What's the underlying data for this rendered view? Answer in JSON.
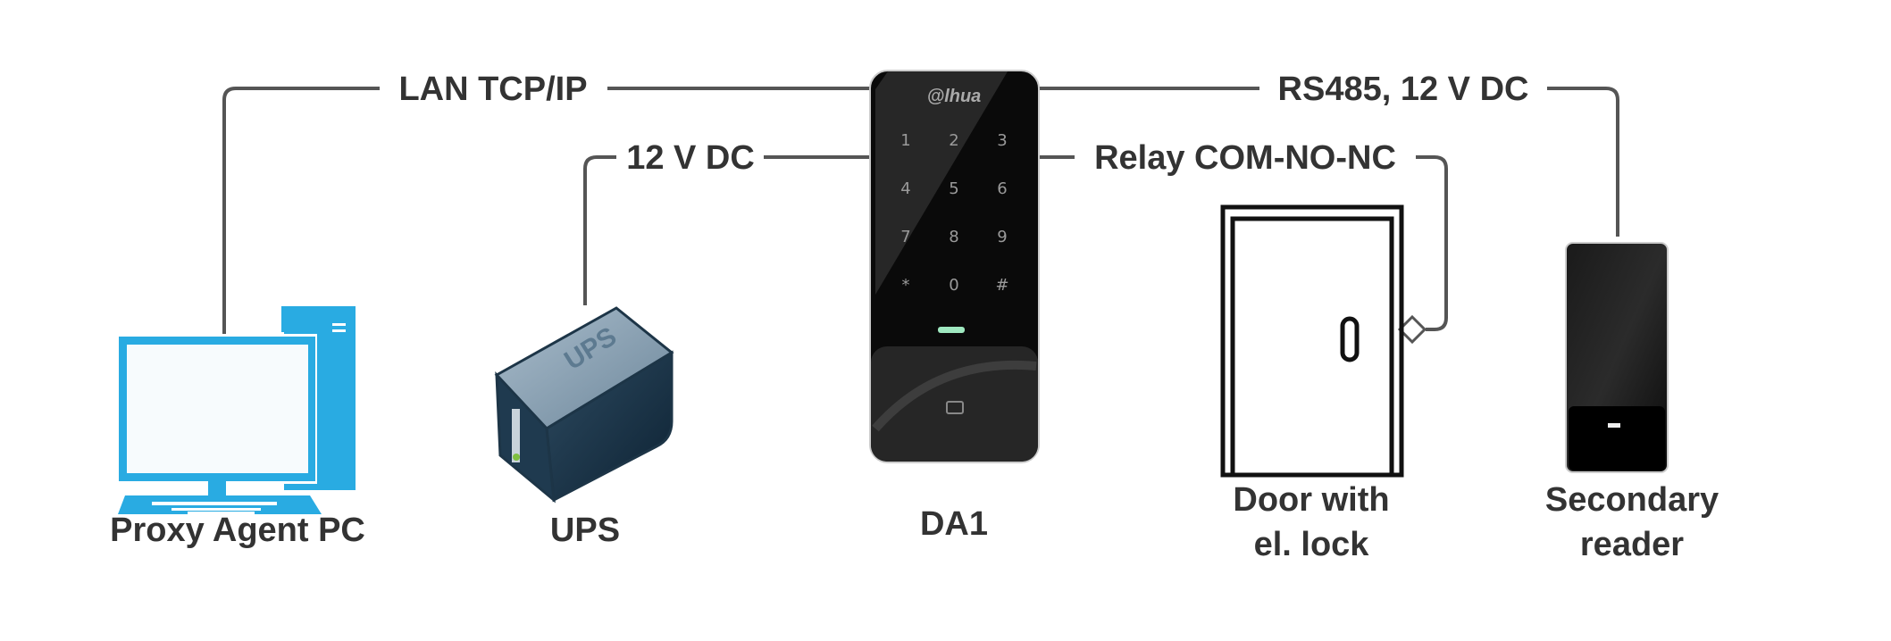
{
  "connections": {
    "lan": "LAN TCP/IP",
    "power": "12 V DC",
    "relay": "Relay COM-NO-NC",
    "rs485": "RS485, 12 V DC"
  },
  "devices": {
    "pc": {
      "label": "Proxy Agent PC",
      "icon": "desktop-computer-icon",
      "color": "#29abe2"
    },
    "ups": {
      "label": "UPS",
      "icon": "ups-icon",
      "case_text": "UPS"
    },
    "da1": {
      "label": "DA1",
      "icon": "keypad-reader-icon",
      "brand": "alhua",
      "keys": [
        "1",
        "2",
        "3",
        "4",
        "5",
        "6",
        "7",
        "8",
        "9",
        "*",
        "0",
        "#"
      ]
    },
    "door": {
      "label_line1": "Door with",
      "label_line2": "el. lock",
      "icon": "door-icon"
    },
    "reader": {
      "label_line1": "Secondary",
      "label_line2": "reader",
      "icon": "card-reader-icon"
    }
  }
}
